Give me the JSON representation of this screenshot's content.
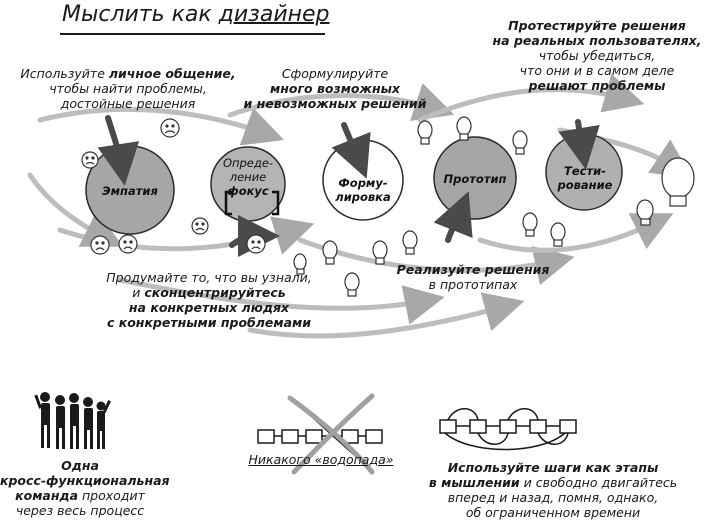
{
  "title": {
    "prefix": "Мыслить как ",
    "underlined": "дизайнер"
  },
  "phases": {
    "empathy": "Эмпатия",
    "define_line1": "Опреде-",
    "define_line2": "ление",
    "define_line3": "фокус",
    "ideate_line1": "Форму-",
    "ideate_line2": "лировка",
    "prototype": "Прототип",
    "test_line1": "Тести-",
    "test_line2": "рование"
  },
  "notes": {
    "empathy_l1a": "Используйте ",
    "empathy_l1b": "личное общение,",
    "empathy_l2": "чтобы найти проблемы,",
    "empathy_l3": "достойные решения",
    "ideate_l1": "Сформулируйте",
    "ideate_l2": "много возможных",
    "ideate_l3": "и невозможных решений",
    "test_l1": "Протестируйте решения",
    "test_l2": "на реальных пользователях,",
    "test_l3": "чтобы убедиться,",
    "test_l4": "что они и в самом деле",
    "test_l5": "решают проблемы",
    "define_l1": "Продумайте то, что вы узнали,",
    "define_l2a": "и ",
    "define_l2b": "сконцентрируйтесь",
    "define_l3": "на конкретных людях",
    "define_l4": "с конкретными проблемами",
    "proto_l1": "Реализуйте решения",
    "proto_l2": "в прототипах"
  },
  "bottom": {
    "team_l1": "Одна",
    "team_l2": "кросс-функциональная",
    "team_l3a": "команда",
    "team_l3b": " проходит",
    "team_l4": "через весь процесс",
    "waterfall": "Никакого «водопада»",
    "steps_l1a": "Используйте шаги как этапы",
    "steps_l2a": "в мышлении",
    "steps_l2b": " и свободно двигайтесь",
    "steps_l3": "вперед и назад, помня, однако,",
    "steps_l4": "об ограниченном времени"
  },
  "colors": {
    "circle_fill": "#a6a6a6",
    "circle_stroke": "#2a2a2a",
    "arrow_gray": "#b5b5b5",
    "dark_arrow": "#555555",
    "ink": "#1a1a1a"
  }
}
